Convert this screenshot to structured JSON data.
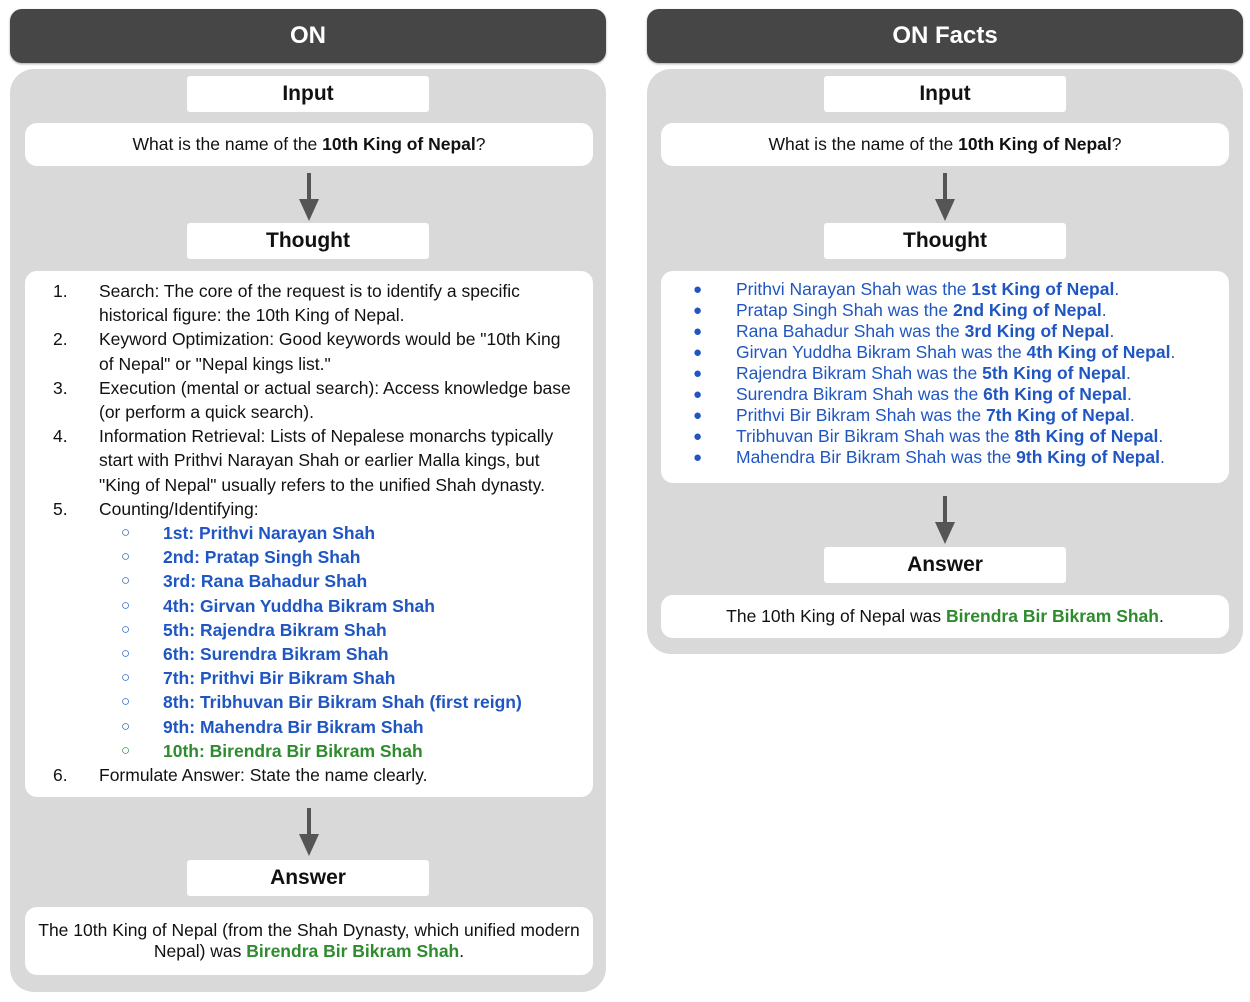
{
  "left": {
    "title": "ON",
    "input_label": "Input",
    "question": {
      "pre": "What is the name of the ",
      "bold": "10th King of Nepal",
      "post": "?"
    },
    "thought_label": "Thought",
    "steps": [
      {
        "num": "1.",
        "lines": [
          "Search: The core of the request is to identify a specific",
          "historical figure: the 10th King of Nepal."
        ]
      },
      {
        "num": "2.",
        "lines": [
          "Keyword Optimization: Good keywords would be \"10th King",
          "of Nepal\" or \"Nepal kings list.\""
        ]
      },
      {
        "num": "3.",
        "lines": [
          "Execution (mental or actual search): Access knowledge base",
          "(or perform a quick search)."
        ]
      },
      {
        "num": "4.",
        "lines": [
          "Information Retrieval: Lists of Nepalese monarchs typically",
          "start with Prithvi Narayan Shah or earlier Malla kings, but",
          "\"King of Nepal\" usually refers to the unified Shah dynasty."
        ]
      },
      {
        "num": "5.",
        "lines": [
          "Counting/Identifying:"
        ]
      }
    ],
    "sub_bullet": "○",
    "sub_items": [
      "1st: Prithvi Narayan Shah",
      "2nd: Pratap Singh Shah",
      "3rd: Rana Bahadur Shah",
      "4th: Girvan Yuddha Bikram Shah",
      "5th: Rajendra Bikram Shah",
      "6th: Surendra Bikram Shah",
      "7th: Prithvi Bir Bikram Shah",
      "8th: Tribhuvan Bir Bikram Shah (first reign)",
      "9th: Mahendra Bir Bikram Shah",
      "10th: Birendra Bir Bikram Shah"
    ],
    "last_step": {
      "num": "6.",
      "text": "Formulate Answer: State the name clearly."
    },
    "answer_label": "Answer",
    "answer_line1": "The 10th King of Nepal (from the Shah Dynasty, which unified modern",
    "answer_line2_pre": "Nepal) was ",
    "answer_name": "Birendra Bir Bikram Shah",
    "answer_end": "."
  },
  "right": {
    "title": "ON Facts",
    "input_label": "Input",
    "question": {
      "pre": "What is the name of the ",
      "bold": "10th King of Nepal",
      "post": "?"
    },
    "thought_label": "Thought",
    "bullet": "●",
    "facts": [
      {
        "pre": "Prithvi Narayan Shah was the ",
        "bold": "1st King of Nepal",
        "post": "."
      },
      {
        "pre": "Pratap Singh Shah was the ",
        "bold": "2nd King of Nepal",
        "post": "."
      },
      {
        "pre": "Rana Bahadur Shah was the ",
        "bold": "3rd King of Nepal",
        "post": "."
      },
      {
        "pre": "Girvan Yuddha Bikram Shah was the ",
        "bold": "4th King of Nepal",
        "post": "."
      },
      {
        "pre": "Rajendra Bikram Shah was the ",
        "bold": "5th King of Nepal",
        "post": "."
      },
      {
        "pre": "Surendra Bikram Shah was the ",
        "bold": "6th King of Nepal",
        "post": "."
      },
      {
        "pre": "Prithvi Bir Bikram Shah was the ",
        "bold": "7th King of Nepal",
        "post": "."
      },
      {
        "pre": "Tribhuvan Bir Bikram Shah was the ",
        "bold": "8th King of Nepal",
        "post": "."
      },
      {
        "pre": "Mahendra Bir Bikram Shah was the ",
        "bold": "9th King of Nepal",
        "post": "."
      }
    ],
    "answer_label": "Answer",
    "answer_pre": "The 10th King of Nepal was ",
    "answer_name": "Birendra Bir Bikram Shah",
    "answer_end": "."
  },
  "colors": {
    "header": "#464646",
    "panel": "#d9d9d9",
    "highlight_blue": "#1f56c2",
    "highlight_green": "#2e8b2e"
  }
}
